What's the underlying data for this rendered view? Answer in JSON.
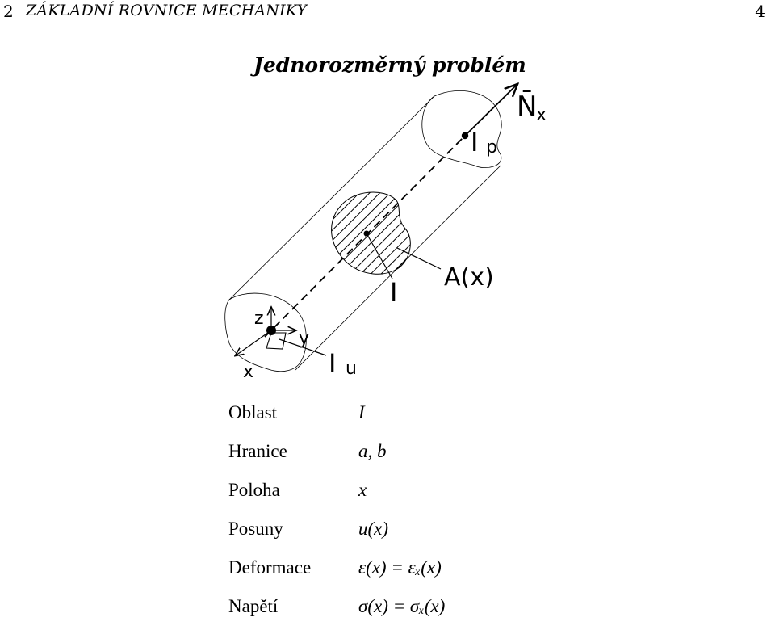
{
  "header": {
    "page_number": "2",
    "running_head": "ZÁKLADNÍ ROVNICE MECHANIKY",
    "right_number": "4"
  },
  "title": "Jednorozměrný problém",
  "figure": {
    "labels": {
      "force": "N̄",
      "force_sub": "x",
      "end_point": "I",
      "end_point_sub": "p",
      "area": "A(x)",
      "domain": "I",
      "start_point": "I",
      "start_point_sub": "u",
      "axis_x": "x",
      "axis_y": "y",
      "axis_z": "z"
    }
  },
  "definitions": [
    {
      "term": "Oblast",
      "value": "I"
    },
    {
      "term": "Hranice",
      "value": "a, b"
    },
    {
      "term": "Poloha",
      "value": "x"
    },
    {
      "term": "Posuny",
      "value": "u(x)"
    },
    {
      "term": "Deformace",
      "value": "ε(x) = εₓ(x)"
    },
    {
      "term": "Napětí",
      "value": "σ(x) = σₓ(x)"
    }
  ]
}
